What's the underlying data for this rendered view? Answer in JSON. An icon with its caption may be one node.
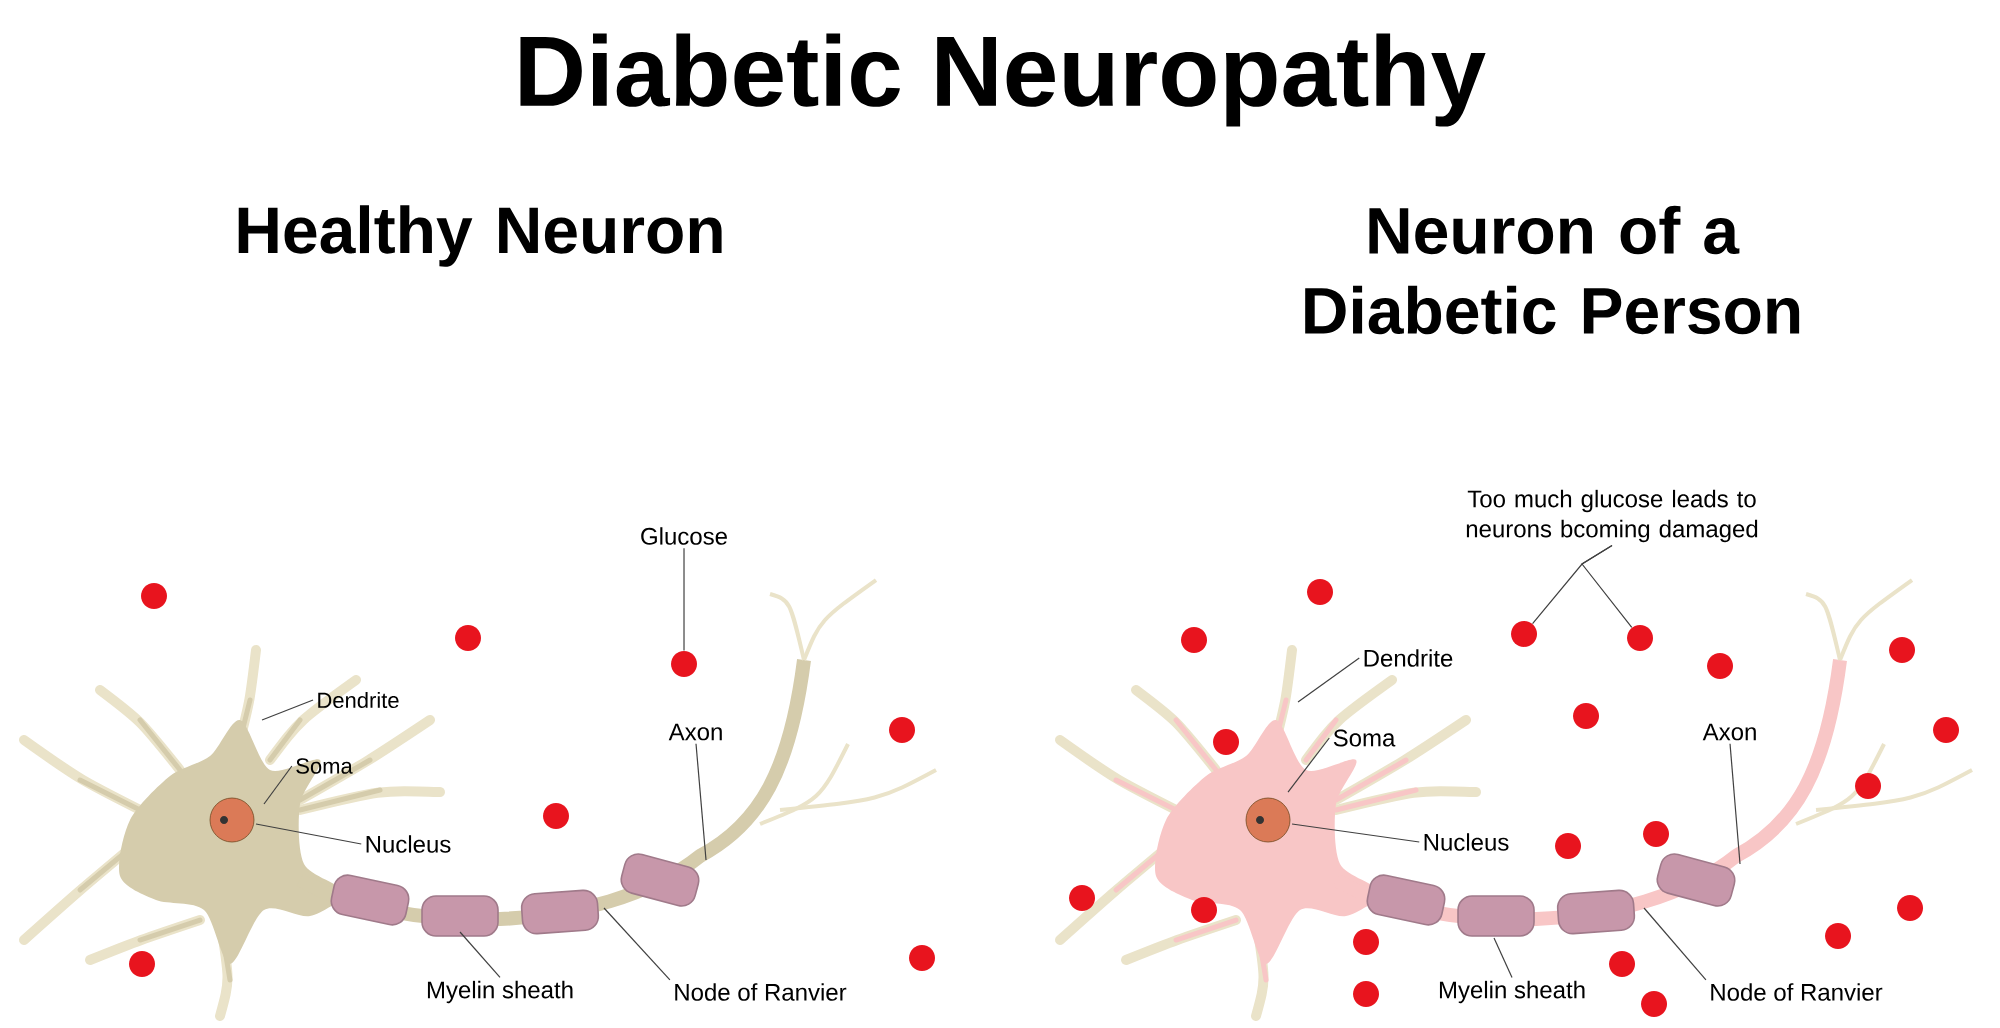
{
  "diagram": {
    "title": "Diabetic Neuropathy",
    "nodes": [
      {
        "text": [
          "Dendrite"
        ]
      },
      {
        "text": [
          "Soma"
        ]
      },
      {
        "text": [
          "Nucleus"
        ]
      },
      {
        "text": [
          "Glucose"
        ]
      },
      {
        "text": [],
        "shape": "circle"
      },
      {
        "text": [
          "Axon"
        ]
      },
      {
        "text": [
          "Myelin sheath"
        ]
      },
      {
        "text": [
          "Node of Ranvier"
        ]
      },
      {
        "text": [
          "Too much glucose leads to neurons bcoming damaged"
        ]
      },
      {
        "text": [],
        "shape": "circle"
      },
      {
        "text": [],
        "shape": "circle"
      },
      {
        "text": [
          "Dendrite"
        ]
      },
      {
        "text": [
          "Soma"
        ]
      },
      {
        "text": [
          "Nucleus"
        ]
      },
      {
        "text": [
          "Axon"
        ]
      },
      {
        "text": [
          "Myelin sheath"
        ]
      },
      {
        "text": [
          "Node of Ranvier"
        ]
      },
      {
        "text": [],
        "shape": "circle"
      },
      {
        "text": [],
        "shape": "circle"
      },
      {
        "text": [],
        "shape": "circle"
      },
      {
        "text": [],
        "shape": "circle"
      },
      {
        "text": [],
        "shape": "circle"
      },
      {
        "text": [],
        "shape": "circle"
      },
      {
        "text": [],
        "shape": "circle"
      },
      {
        "text": [],
        "shape": "circle"
      },
      {
        "text": [],
        "shape": "circle"
      },
      {
        "text": [],
        "shape": "circle"
      },
      {
        "text": [],
        "shape": "circle"
      },
      {
        "text": [],
        "shape": "circle"
      },
      {
        "text": [],
        "shape": "circle"
      },
      {
        "text": [],
        "shape": "circle"
      },
      {
        "text": [],
        "shape": "circle"
      },
      {
        "text": [],
        "shape": "circle"
      },
      {
        "text": [],
        "shape": "circle"
      },
      {
        "text": [],
        "shape": "circle"
      },
      {
        "text": [],
        "shape": "circle"
      },
      {
        "text": [],
        "shape": "circle"
      },
      {
        "text": [],
        "shape": "circle"
      },
      {
        "text": [],
        "shape": "circle"
      },
      {
        "text": [],
        "shape": "circle"
      },
      {
        "text": [],
        "shape": "circle"
      }
    ],
    "edges": [
      {
        "from": 0,
        "to": null,
        "arrow": "none"
      },
      {
        "from": 1,
        "to": null,
        "arrow": "none"
      },
      {
        "from": 2,
        "to": null,
        "arrow": "none"
      },
      {
        "from": 3,
        "to": 4,
        "arrow": "none"
      },
      {
        "from": 5,
        "to": null,
        "arrow": "none"
      },
      {
        "from": 6,
        "to": null,
        "arrow": "none"
      },
      {
        "from": 7,
        "to": null,
        "arrow": "none"
      },
      {
        "from": 8,
        "to": 9,
        "arrow": "none"
      },
      {
        "from": 8,
        "to": 10,
        "arrow": "none"
      },
      {
        "from": 11,
        "to": null,
        "arrow": "none"
      },
      {
        "from": 12,
        "to": null,
        "arrow": "none"
      },
      {
        "from": 13,
        "to": null,
        "arrow": "none"
      },
      {
        "from": 14,
        "to": null,
        "arrow": "none"
      },
      {
        "from": 15,
        "to": null,
        "arrow": "none"
      },
      {
        "from": 16,
        "to": null,
        "arrow": "none"
      }
    ],
    "labels": [
      "Healthy Neuron",
      "Neuron of a Diabetic Person"
    ]
  }
}
